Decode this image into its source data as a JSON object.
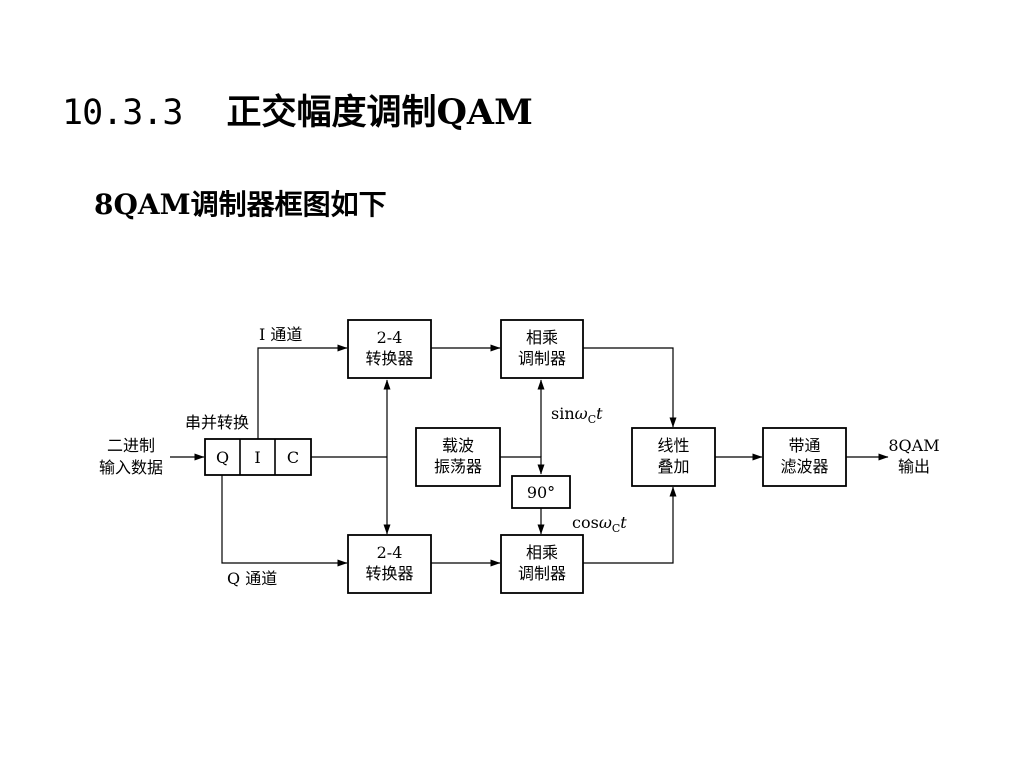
{
  "title": {
    "number": "10.3.3",
    "text": "正交幅度调制QAM"
  },
  "subtitle": "8QAM调制器框图如下",
  "diagram": {
    "input_label": [
      "二进制",
      "输入数据"
    ],
    "sp_label": "串并转换",
    "register_cells": [
      "Q",
      "I",
      "C"
    ],
    "i_channel": "I 通道",
    "q_channel": "Q 通道",
    "converter_top": [
      "2-4",
      "转换器"
    ],
    "converter_bottom": [
      "2-4",
      "转换器"
    ],
    "multiplier_top": [
      "相乘",
      "调制器"
    ],
    "multiplier_bottom": [
      "相乘",
      "调制器"
    ],
    "oscillator": [
      "载波",
      "振荡器"
    ],
    "phase_shift": "90°",
    "sin_label": {
      "prefix": "sin",
      "omega": "ω",
      "sub": "C",
      "t": "t"
    },
    "cos_label": {
      "prefix": "cos",
      "omega": "ω",
      "sub": "C",
      "t": "t"
    },
    "summer": [
      "线性",
      "叠加"
    ],
    "bandpass": [
      "带通",
      "滤波器"
    ],
    "output_label": [
      "8QAM",
      "输出"
    ]
  }
}
